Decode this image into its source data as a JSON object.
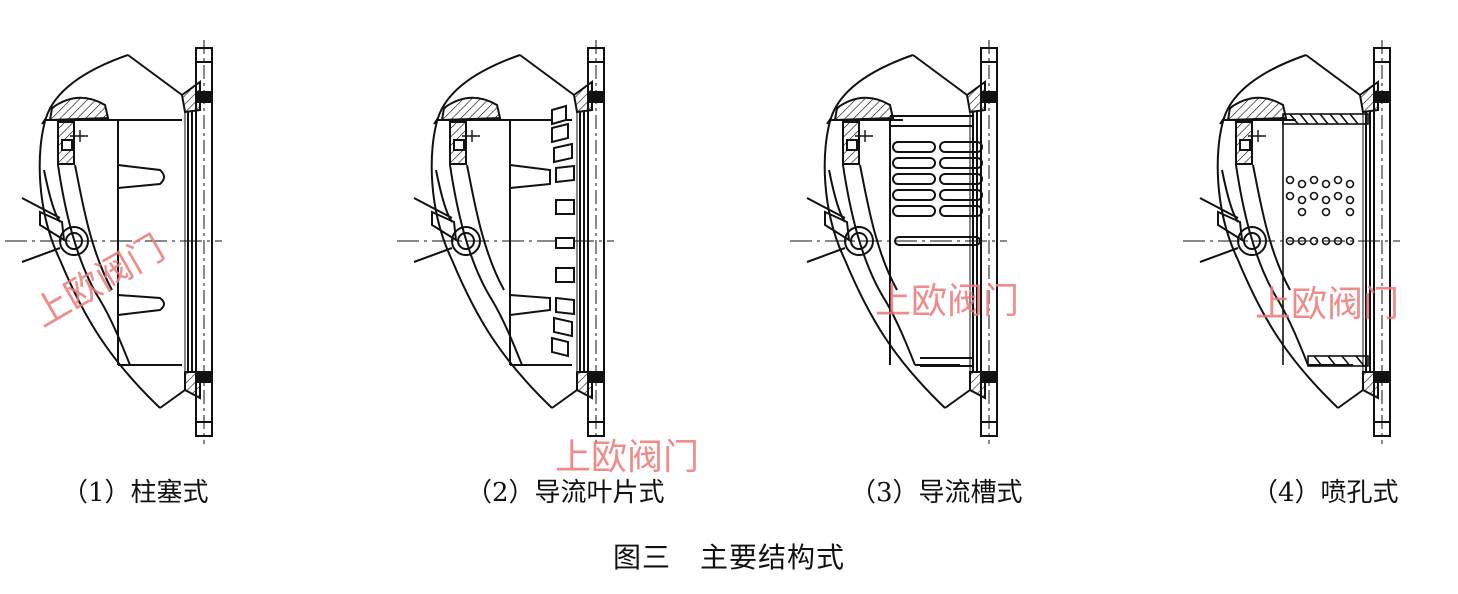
{
  "figure_title": "图三　主要结构式",
  "panels": [
    {
      "id": "1",
      "caption": "（1）柱塞式"
    },
    {
      "id": "2",
      "caption": "（2）导流叶片式"
    },
    {
      "id": "3",
      "caption": "（3）导流槽式"
    },
    {
      "id": "4",
      "caption": "（4）喷孔式"
    }
  ],
  "watermarks": [
    "上欧阀门",
    "上欧阀门",
    "上欧阀门",
    "上欧阀门"
  ],
  "colors": {
    "line": "#111111",
    "watermark": "#ee7777"
  }
}
